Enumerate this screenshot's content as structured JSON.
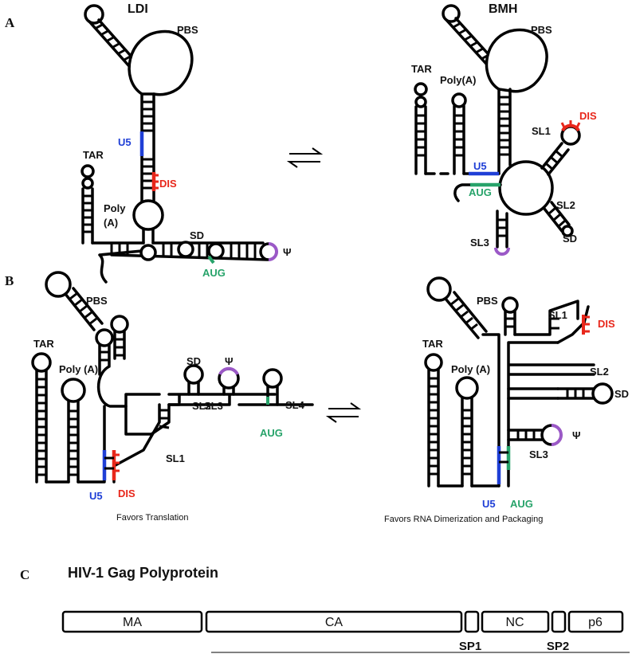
{
  "colors": {
    "u5": "#1f3fd6",
    "dis": "#e8271b",
    "aug": "#27a36a",
    "psi": "#9b59c7",
    "strand": "#000000"
  },
  "panel_a": {
    "letter": "A",
    "ldi": {
      "title": "LDI",
      "pbs": "PBS",
      "tar": "TAR",
      "u5": "U5",
      "dis": "DIS",
      "polya_1": "Poly",
      "polya_2": "(A)",
      "sd": "SD",
      "aug": "AUG",
      "psi": "Ψ"
    },
    "bmh": {
      "title": "BMH",
      "pbs": "PBS",
      "tar": "TAR",
      "polya": "Poly(A)",
      "dis": "DIS",
      "sl1": "SL1",
      "u5": "U5",
      "aug": "AUG",
      "sl2": "SL2",
      "sl3": "SL3",
      "sd": "SD"
    }
  },
  "panel_b": {
    "letter": "B",
    "left": {
      "pbs": "PBS",
      "tar": "TAR",
      "polya": "Poly (A)",
      "sd": "SD",
      "psi": "Ψ",
      "sl2": "SL2",
      "sl3": "SL3",
      "sl4": "SL4",
      "aug": "AUG",
      "sl1": "SL1",
      "u5": "U5",
      "dis": "DIS",
      "caption": "Favors Translation"
    },
    "right": {
      "pbs": "PBS",
      "tar": "TAR",
      "polya": "Poly (A)",
      "sl1": "SL1",
      "dis": "DIS",
      "sl2": "SL2",
      "sd": "SD",
      "psi": "Ψ",
      "sl3": "SL3",
      "u5": "U5",
      "aug": "AUG",
      "caption": "Favors RNA Dimerization and Packaging"
    }
  },
  "panel_c": {
    "letter": "C",
    "title": "HIV-1 Gag Polyprotein",
    "domains": [
      "MA",
      "CA",
      "",
      "NC",
      "",
      "p6"
    ],
    "spacers": [
      "SP1",
      "SP2"
    ]
  }
}
